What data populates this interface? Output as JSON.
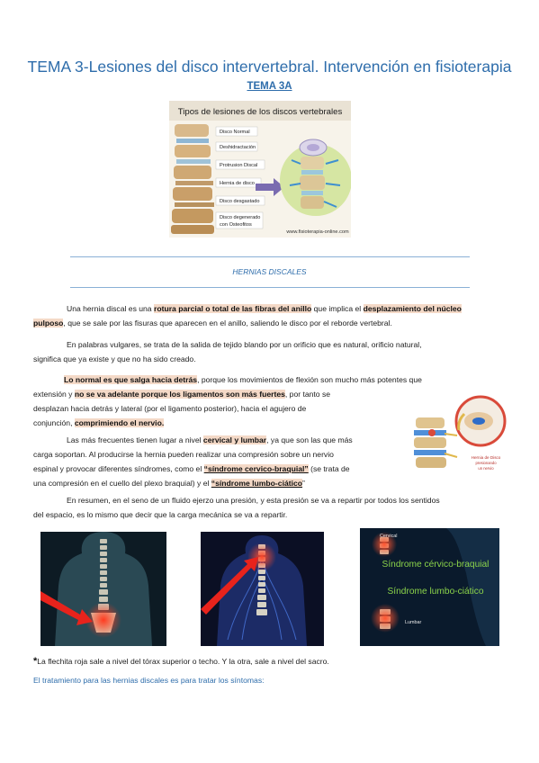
{
  "header": {
    "title": "TEMA 3-Lesiones del disco intervertebral. Intervención en fisioterapia",
    "subtitle": "TEMA 3A"
  },
  "figure1": {
    "heading": "Tipos de lesiones de los discos vertebrales",
    "labels": [
      "Disco Normal",
      "Deshidractación",
      "Protrusion Discal",
      "Hernia de disco",
      "Disco desgastado",
      "Disco degenerado",
      "con Osteofitos"
    ],
    "website": "www.fisioterapia-online.com"
  },
  "section_title": "HERNIAS DISCALES",
  "p1": {
    "a": "Una hernia discal es una ",
    "b": "rotura parcial o total de las fibras del anillo",
    "c": " que implica el ",
    "d": "desplazamiento del núcleo",
    "e": "pulposo",
    "f": ", que  se sale por las fisuras que aparecen en el anillo, saliendo le disco por el reborde vertebral."
  },
  "p2": {
    "l1": "En palabras vulgares, se trata de la salida de tejido blando por un orificio que es natural, orificio natural,",
    "l2": "significa que ya existe y que no ha sido creado."
  },
  "p3": {
    "a": "Lo normal es que salga hacia detrás",
    "b": ", porque los movimientos de flexión son mucho más potentes que",
    "c": "extensión y ",
    "d": "no se va adelante porque los ligamentos son más fuertes",
    "e": ", por tanto se",
    "f": "desplazan hacia detrás y lateral (por el ligamento posterior), hacia el agujero de",
    "g": "conjunción, ",
    "h": "comprimiendo el nervio."
  },
  "figure2": {
    "caption_l1": "Hernia de Disco",
    "caption_l2": "presionando",
    "caption_l3": "un nervio"
  },
  "p4": {
    "a": "Las más frecuentes tienen lugar a nivel ",
    "b": "cervical y lumbar",
    "c": ", ya que son las que más",
    "d": "carga soportan. Al producirse la hernia pueden realizar una compresión sobre un nervio",
    "e": "espinal y provocar diferentes síndromes, como el ",
    "f": "“síndrome cervico-braquial”",
    "g": "  (se trata de",
    "h": "una compresión en el cuello del plexo braquial) y el ",
    "i": "“síndrome lumbo-ciático",
    "j": "”"
  },
  "p5": {
    "l1": "En resumen, en el seno de un fluido ejerzo una presión, y esta presión se va a repartir por todos los sentidos",
    "l2": "del espacio, es lo mismo que decir que la carga mecánica se va a repartir."
  },
  "figure3": {
    "label_cervical": "Cervical",
    "label_lumbar": "Lumbar",
    "syndrome1": "Síndrome cérvico-braquial",
    "syndrome2": "Síndrome lumbo-ciático"
  },
  "note": {
    "bullet": "*",
    "text": "La flechita roja sale a nivel del tórax superior o techo. Y la otra, sale a nivel del sacro."
  },
  "treatment": "El tratamiento para las hernias discales es para tratar los síntomas:"
}
